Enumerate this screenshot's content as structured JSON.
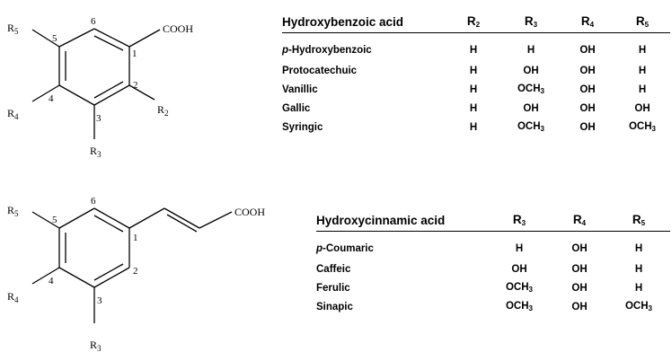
{
  "top": {
    "structure": {
      "substituents": {
        "cooh": "COOH",
        "r2": "R2",
        "r3": "R3",
        "r4": "R4",
        "r5": "R5"
      },
      "positions": [
        "1",
        "2",
        "3",
        "4",
        "5",
        "6"
      ]
    },
    "table": {
      "header": {
        "name": "Hydroxybenzoic acid",
        "cols": [
          "R2",
          "R3",
          "R4",
          "R5"
        ]
      },
      "rows": [
        {
          "prefix": "p",
          "name": "-Hydroxybenzoic",
          "cells": [
            "H",
            "H",
            "OH",
            "H"
          ]
        },
        {
          "prefix": "",
          "name": "Protocatechuic",
          "cells": [
            "H",
            "OH",
            "OH",
            "H"
          ]
        },
        {
          "prefix": "",
          "name": "Vanillic",
          "cells": [
            "H",
            "OCH3",
            "OH",
            "H"
          ]
        },
        {
          "prefix": "",
          "name": "Gallic",
          "cells": [
            "H",
            "OH",
            "OH",
            "OH"
          ]
        },
        {
          "prefix": "",
          "name": "Syringic",
          "cells": [
            "H",
            "OCH3",
            "OH",
            "OCH3"
          ]
        }
      ]
    }
  },
  "bottom": {
    "structure": {
      "substituents": {
        "cooh": "COOH",
        "r3": "R3",
        "r4": "R4",
        "r5": "R5"
      },
      "positions": [
        "1",
        "2",
        "3",
        "4",
        "5",
        "6"
      ]
    },
    "table": {
      "header": {
        "name": "Hydroxycinnamic acid",
        "cols": [
          "R3",
          "R4",
          "R5"
        ]
      },
      "rows": [
        {
          "prefix": "p",
          "name": "-Coumaric",
          "cells": [
            "H",
            "OH",
            "H"
          ]
        },
        {
          "prefix": "",
          "name": "Caffeic",
          "cells": [
            "OH",
            "OH",
            "H"
          ]
        },
        {
          "prefix": "",
          "name": "Ferulic",
          "cells": [
            "OCH3",
            "OH",
            "H"
          ]
        },
        {
          "prefix": "",
          "name": "Sinapic",
          "cells": [
            "OCH3",
            "OH",
            "OCH3"
          ]
        }
      ]
    }
  }
}
